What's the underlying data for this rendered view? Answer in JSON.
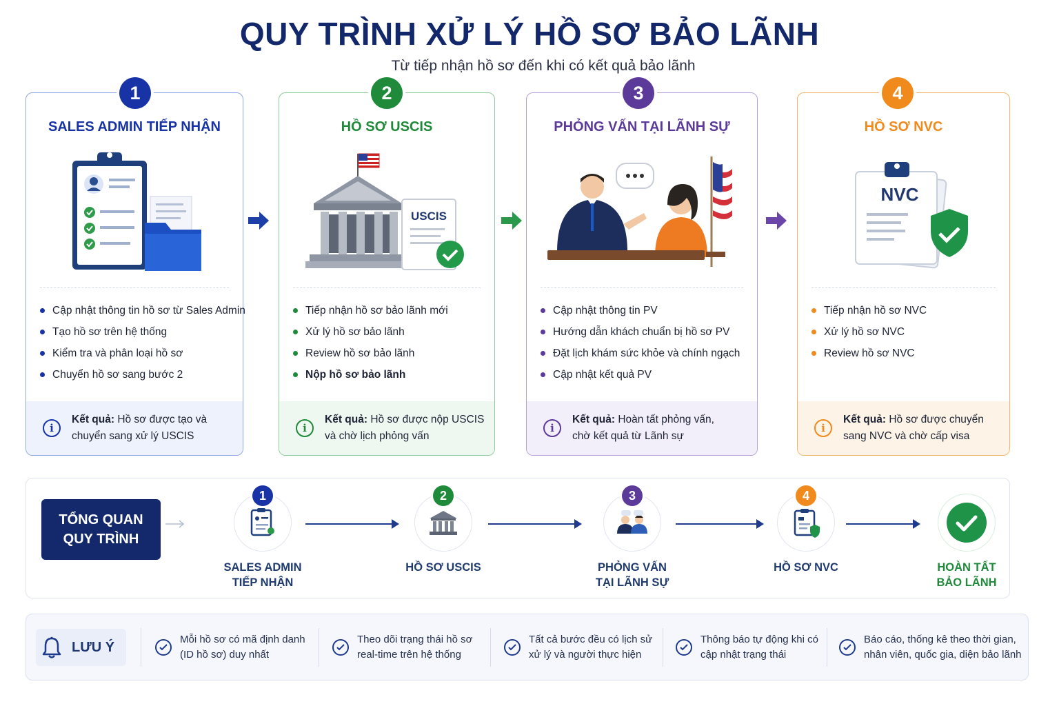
{
  "header": {
    "title": "QUY TRÌNH XỬ LÝ HỒ SƠ BẢO LÃNH",
    "subtitle": "Từ tiếp nhận hồ sơ đến khi có kết quả bảo lãnh"
  },
  "colors": {
    "step1": "#1733a6",
    "step2": "#1f8a3a",
    "step3": "#5b3a9a",
    "step4": "#f08a1c",
    "navy": "#13296b"
  },
  "steps": [
    {
      "number": "1",
      "title": "SALES ADMIN TIẾP NHẬN",
      "icon": "clipboard-folder-icon",
      "items": [
        "Cập nhật thông tin hồ sơ từ Sales Admin",
        "Tạo hồ sơ trên hệ thống",
        "Kiểm tra và phân loại hồ sơ",
        "Chuyển hồ sơ sang bước 2"
      ],
      "result_label": "Kết quả:",
      "result_line1": "Hồ sơ được tạo và",
      "result_line2": "chuyển sang xử lý USCIS"
    },
    {
      "number": "2",
      "title": "HỒ SƠ USCIS",
      "icon": "government-building-icon",
      "illus_text": "USCIS",
      "items": [
        "Tiếp nhận hồ sơ bảo lãnh mới",
        "Xử lý hồ sơ bảo lãnh",
        "Review hồ sơ bảo lãnh",
        "Nộp hồ sơ bảo lãnh"
      ],
      "result_label": "Kết quả:",
      "result_line1": "Hồ sơ được nộp USCIS",
      "result_line2": "và chờ lịch phỏng vấn"
    },
    {
      "number": "3",
      "title": "PHỎNG VẤN TẠI LÃNH SỰ",
      "icon": "interview-icon",
      "items": [
        "Cập nhật thông tin PV",
        "Hướng dẫn khách chuẩn bị hồ sơ PV",
        "Đặt lịch khám sức khỏe và chính ngạch",
        "Cập nhật kết quả PV"
      ],
      "result_label": "Kết quả:",
      "result_line1": "Hoàn tất phỏng vấn,",
      "result_line2": "chờ kết quả từ Lãnh sự"
    },
    {
      "number": "4",
      "title": "HỒ SƠ NVC",
      "icon": "nvc-clipboard-shield-icon",
      "illus_text": "NVC",
      "items": [
        "Tiếp nhận hồ sơ NVC",
        "Xử lý hồ sơ NVC",
        "Review hồ sơ NVC"
      ],
      "result_label": "Kết quả:",
      "result_line1": "Hồ sơ được chuyển",
      "result_line2": "sang NVC và chờ cấp visa"
    }
  ],
  "overview": {
    "title_line1": "TỔNG QUAN",
    "title_line2": "QUY TRÌNH",
    "steps": [
      {
        "badge": "1",
        "line1": "SALES ADMIN",
        "line2": "TIẾP NHẬN"
      },
      {
        "badge": "2",
        "line1": "HỒ SƠ USCIS",
        "line2": ""
      },
      {
        "badge": "3",
        "line1": "PHỎNG VẤN",
        "line2": "TẠI LÃNH SỰ"
      },
      {
        "badge": "4",
        "line1": "HỒ SƠ NVC",
        "line2": ""
      },
      {
        "badge": "",
        "line1": "HOÀN TẤT",
        "line2": "BẢO LÃNH"
      }
    ]
  },
  "note": {
    "title": "LƯU Ý",
    "items": [
      {
        "line1": "Mỗi hồ sơ có mã định danh",
        "line2": "(ID hồ sơ) duy nhất"
      },
      {
        "line1": "Theo dõi trạng thái hồ sơ",
        "line2": "real-time trên hệ thống"
      },
      {
        "line1": "Tất cả bước đều có lịch sử",
        "line2": "xử lý và người thực hiện"
      },
      {
        "line1": "Thông báo tự động khi có",
        "line2": "cập nhật trạng thái"
      },
      {
        "line1": "Báo cáo, thống kê theo thời gian,",
        "line2": "nhân viên, quốc gia, diện bảo lãnh"
      }
    ]
  }
}
